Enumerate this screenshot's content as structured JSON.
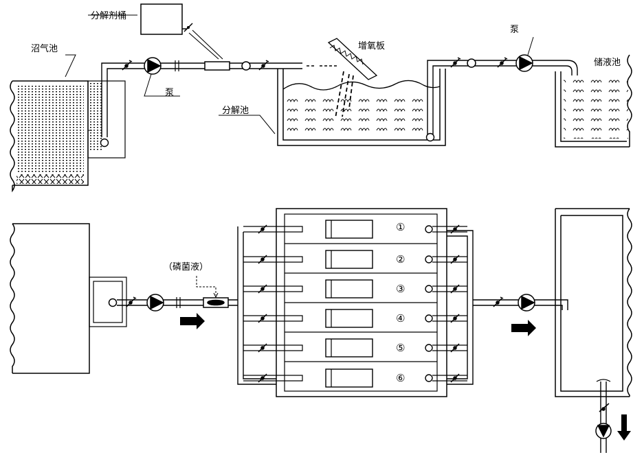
{
  "labels": {
    "digester_pool": "沼气池",
    "decomposer_bucket": "分解剂桶",
    "pump_1": "泵",
    "oxygen_board": "增氧板",
    "decomposition_pool": "分解池",
    "pump_2": "泵",
    "storage_pool": "储液池",
    "bacteria_liquid": "（磷菌液）"
  },
  "channels": [
    "①",
    "②",
    "③",
    "④",
    "⑤",
    "⑥"
  ]
}
